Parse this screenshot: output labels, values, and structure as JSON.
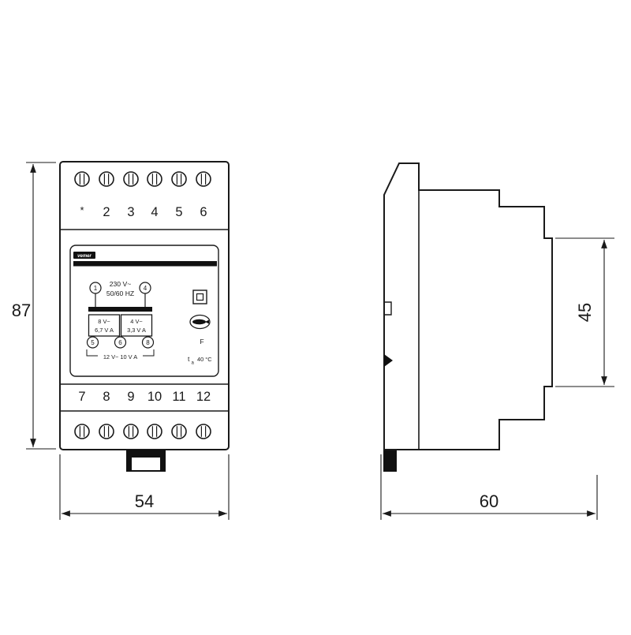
{
  "drawing": {
    "front": {
      "terminals_top": [
        "*",
        "2",
        "3",
        "4",
        "5",
        "6"
      ],
      "terminals_bottom": [
        "7",
        "8",
        "9",
        "10",
        "11",
        "12"
      ],
      "panel": {
        "brand": "vemer",
        "pin1": "1",
        "pin4": "4",
        "pin5": "5",
        "pin6": "6",
        "pin8": "8",
        "primary_voltage": "230 V~",
        "primary_freq": "50/60 HZ",
        "sec1_voltage": "8 V~",
        "sec1_power": "6,7 V A",
        "sec2_voltage": "4 V~",
        "sec2_power": "3,3 V A",
        "combined_rating": "12 V~  10 V A",
        "fuse_label": "F",
        "temp_t": "t",
        "temp_sub": "a",
        "temp_value": "40 °C"
      }
    },
    "dims": {
      "height": "87",
      "width": "54",
      "front_height": "45",
      "depth": "60"
    }
  }
}
